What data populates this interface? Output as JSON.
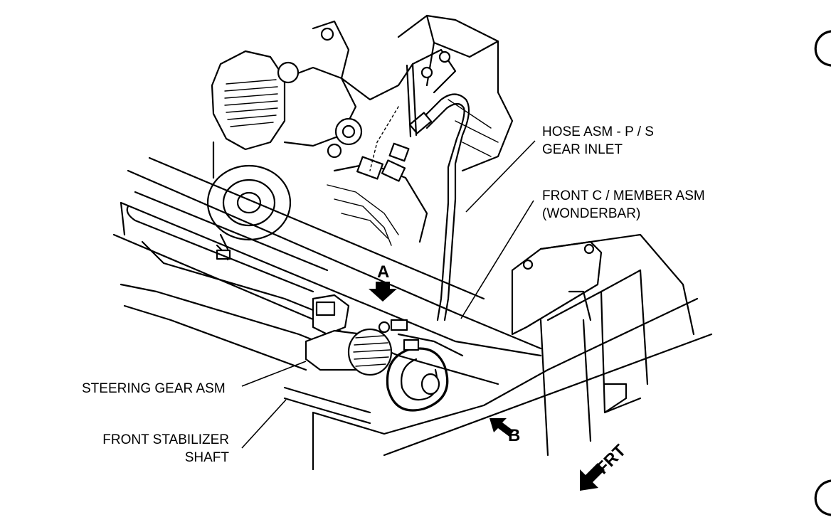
{
  "labels": {
    "hose_line1": "HOSE ASM - P / S",
    "hose_line2": "GEAR INLET",
    "member_line1": "FRONT C / MEMBER ASM",
    "member_line2": "(WONDERBAR)",
    "steering_gear": "STEERING GEAR ASM",
    "stabilizer_line1": "FRONT STABILIZER",
    "stabilizer_line2": "SHAFT"
  },
  "arrows": {
    "view_a": "A",
    "view_b": "B",
    "front": "FRT"
  }
}
